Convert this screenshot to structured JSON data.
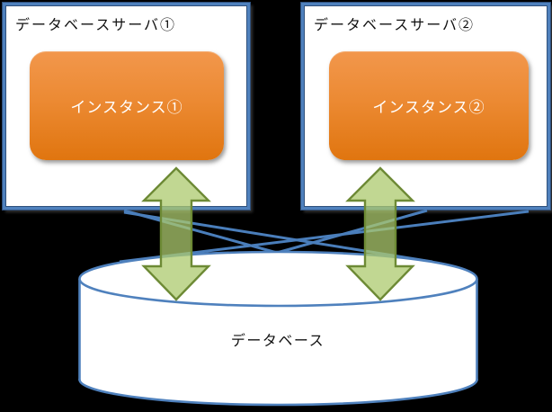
{
  "diagram": {
    "servers": [
      {
        "title": "データベースサーバ①",
        "instance_label": "インスタンス①"
      },
      {
        "title": "データベースサーバ②",
        "instance_label": "インスタンス②"
      }
    ],
    "database_label": "データベース",
    "colors": {
      "background": "#000000",
      "server_box_fill": "#ffffff",
      "server_box_border": "#4f81bd",
      "instance_gradient_top": "#f2974c",
      "instance_gradient_bottom": "#e0750f",
      "instance_text": "#ffffff",
      "arrow_fill": "rgba(172,201,110,0.75)",
      "arrow_border": "#6d8a35",
      "connector_line": "#4a7ebb",
      "cylinder_fill": "#ffffff",
      "cylinder_border": "#4f81bd",
      "title_text": "#111111"
    }
  }
}
